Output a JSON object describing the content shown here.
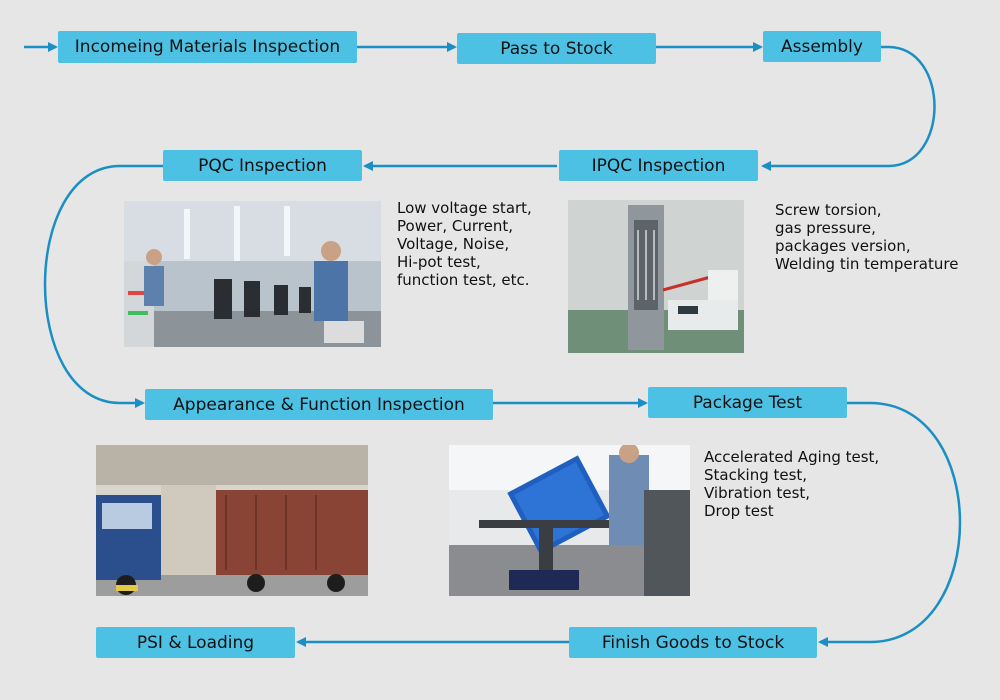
{
  "steps": {
    "incoming": "Incomeing Materials Inspection",
    "pass_to_stock": "Pass to Stock",
    "assembly": "Assembly",
    "ipqc": "IPQC Inspection",
    "pqc": "PQC Inspection",
    "appearance": "Appearance & Function Inspection",
    "package_test": "Package Test",
    "finish_goods": "Finish Goods to Stock",
    "psi_loading": "PSI & Loading"
  },
  "notes": {
    "pqc": [
      "Low voltage start,",
      "Power, Current,",
      "Voltage, Noise,",
      "Hi-pot test,",
      "function test, etc."
    ],
    "ipqc": [
      "Screw torsion,",
      "gas pressure,",
      "packages version,",
      "Welding tin temperature"
    ],
    "package": [
      "Accelerated Aging test,",
      "Stacking test,",
      "Vibration test,",
      "Drop test"
    ]
  },
  "colors": {
    "box_fill": "#4dc1e3",
    "line": "#1a8fc4",
    "background": "#e6e6e6"
  }
}
